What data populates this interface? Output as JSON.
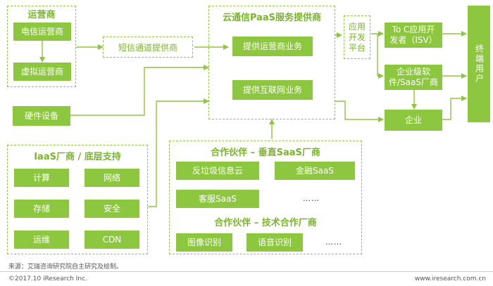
{
  "operators": {
    "title": "运营商",
    "telecom": "电信运营商",
    "virtual": "虚拟运营商"
  },
  "sms": "短信通道提供商",
  "paas": {
    "title": "云通信PaaS服务提供商",
    "operator_biz": "提供运营商业务",
    "internet_biz": "提供互联网业务"
  },
  "app_platform": {
    "line1": "应用",
    "line2": "开发",
    "line3": "平台"
  },
  "toc": "To C应用开发者（ISV）",
  "saas_vendor": "企业级软件/SaaS厂商",
  "enterprise": "企业",
  "end_user": "终端用户",
  "hardware": "硬件设备",
  "iaas": {
    "title": "IaaS厂商 / 底层支持",
    "items": [
      "计算",
      "网络",
      "存储",
      "安全",
      "运维",
      "CDN"
    ]
  },
  "vertical": {
    "title": "合作伙伴 – 垂直SaaS厂商",
    "items": [
      "反垃圾信息云",
      "金融SaaS",
      "客服SaaS",
      "……"
    ]
  },
  "tech": {
    "title": "合作伙伴 – 技术合作厂商",
    "items": [
      "图像识别",
      "语音识别",
      "……"
    ]
  },
  "footer": {
    "source": "来源：艾瑞咨询研究院自主研究及绘制。",
    "copyright": "©2017.10 iResearch Inc.",
    "website": "www.iresearch.com.cn"
  },
  "colors": {
    "accent": "#8dc63f",
    "title_text": "#7ab42c"
  }
}
